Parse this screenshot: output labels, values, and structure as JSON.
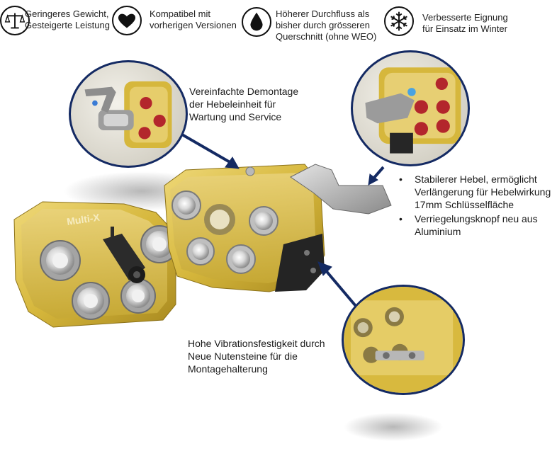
{
  "features": [
    {
      "icon": "scale-icon",
      "text": "Geringeres Gewicht,\nGesteigerte Leistung"
    },
    {
      "icon": "heart-icon",
      "text": "Kompatibel mit\nvorherigen Versionen"
    },
    {
      "icon": "drop-icon",
      "text": "Höherer Durchfluss als\nbisher durch grösseren\nQuerschnitt (ohne WEO)"
    },
    {
      "icon": "snowflake-icon",
      "text": "Verbesserte Eignung\nfür Einsatz im Winter"
    }
  ],
  "callouts": {
    "lever_removal": "Vereinfachte Demontage\nder Hebeleinheit für\nWartung und Service",
    "vibration": "Hohe Vibrationsfestigkeit durch\nNeue Nutensteine für die\nMontagehalterung"
  },
  "bullets": [
    "Stabilerer Hebel, ermöglicht\nVerlängerung für Hebelwirkung\n17mm Schlüsselfläche",
    "Verriegelungsknopf neu aus\nAluminium"
  ],
  "product": {
    "brand_text": "Multi-X"
  },
  "colors": {
    "gold": "#d8b93e",
    "gold_dark": "#a88a22",
    "arrow": "#142a63",
    "port_red": "#b3262c"
  }
}
